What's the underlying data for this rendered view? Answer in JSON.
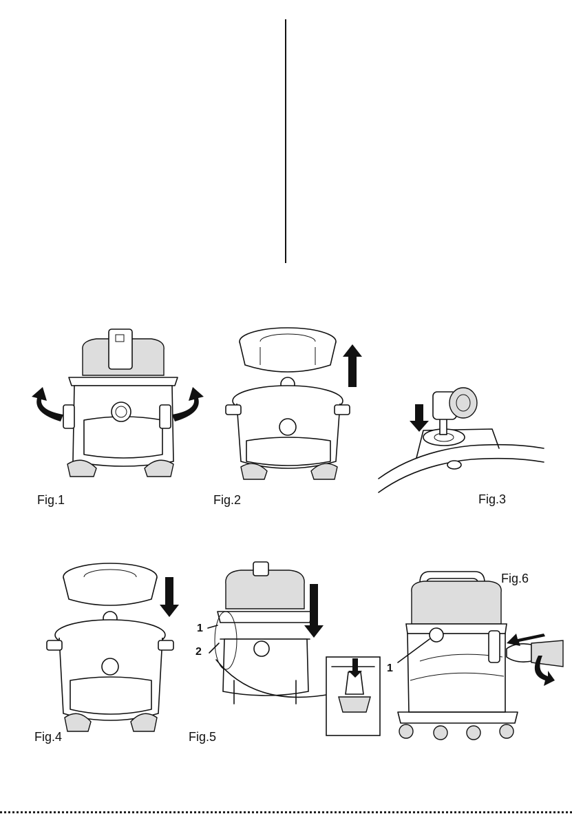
{
  "figures": {
    "fig1": "Fig.1",
    "fig2": "Fig.2",
    "fig3": "Fig.3",
    "fig4": "Fig.4",
    "fig5": "Fig.5",
    "fig6": "Fig.6"
  },
  "callouts": {
    "fig5_1": "1",
    "fig5_2": "2",
    "fig6_1": "1"
  }
}
